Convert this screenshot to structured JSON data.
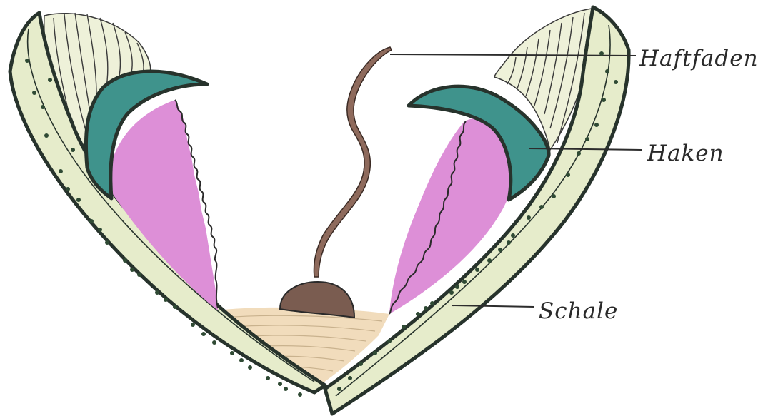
{
  "labels": {
    "thread": "Haftfaden",
    "hook": "Haken",
    "shell": "Schale"
  },
  "colors": {
    "shell_fill": "#e6eccb",
    "shell_outline": "#27332c",
    "shell_dots": "#2f4a34",
    "ridges_fill": "#eef1d9",
    "hook_fill": "#3f938c",
    "inner_fill": "#dd8fd7",
    "base_fill": "#f1dcbc",
    "thread_fill": "#8e6a5c",
    "knob_fill": "#7a5c50"
  }
}
